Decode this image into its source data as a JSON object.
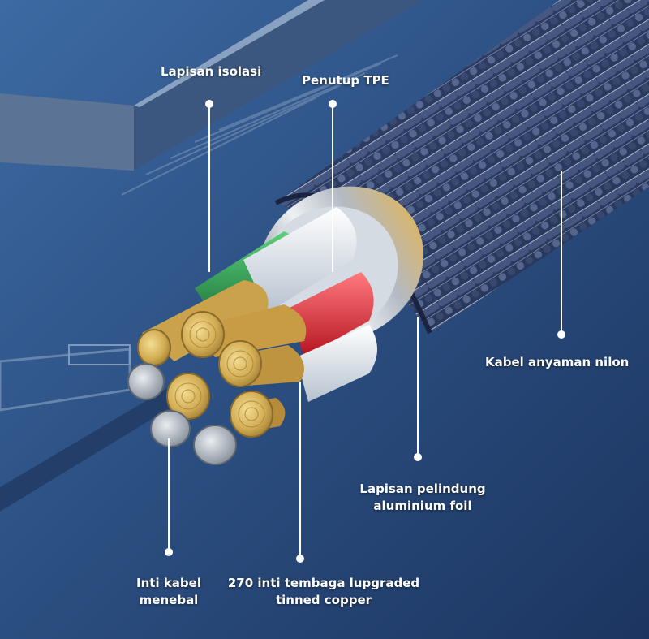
{
  "colors": {
    "background": "#2d4f7e",
    "braid": "#2f3f62",
    "wire_green": "#2e9a4e",
    "wire_white": "#dfe6ee",
    "wire_red": "#e3323c",
    "copper": "#d6b45a",
    "foil": "#c9cfd6",
    "callout": "#ffffff"
  },
  "labels": {
    "insulation": "Lapisan isolasi",
    "tpe_cover": "Penutup TPE",
    "nylon_braid": "Kabel anyaman nilon",
    "foil_line1": "Lapisan pelindung",
    "foil_line2": "aluminium foil",
    "core_line1": "Inti kabel",
    "core_line2": "menebal",
    "copper_line1": "270 inti tembaga lupgraded",
    "copper_line2": "tinned copper"
  }
}
